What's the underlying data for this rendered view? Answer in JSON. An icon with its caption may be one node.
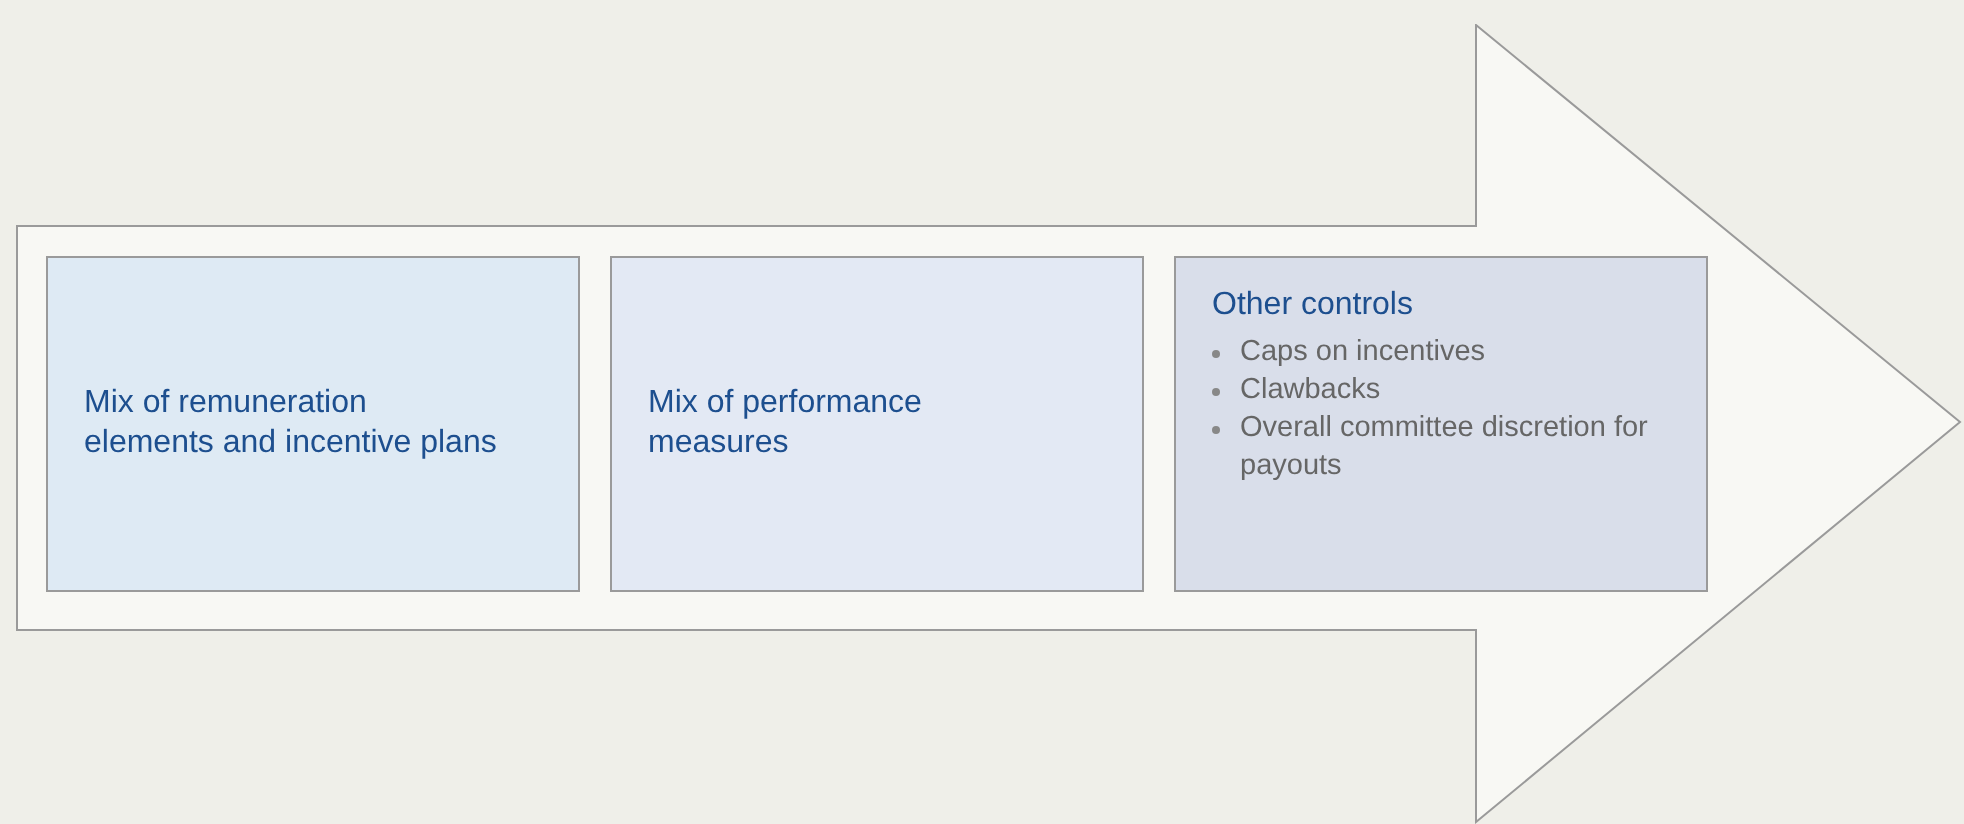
{
  "diagram": {
    "nodes": [
      {
        "text": [],
        "shape": "arrow"
      },
      {
        "text": [
          "Mix of remuneration elements and incentive plans"
        ],
        "in": 0
      },
      {
        "text": [
          "Mix of performance measures"
        ],
        "in": 0
      },
      {
        "text": [
          "Other controls",
          "Caps on incentives",
          "Clawbacks",
          "Overall committee discretion for payouts"
        ],
        "in": 0
      }
    ]
  }
}
